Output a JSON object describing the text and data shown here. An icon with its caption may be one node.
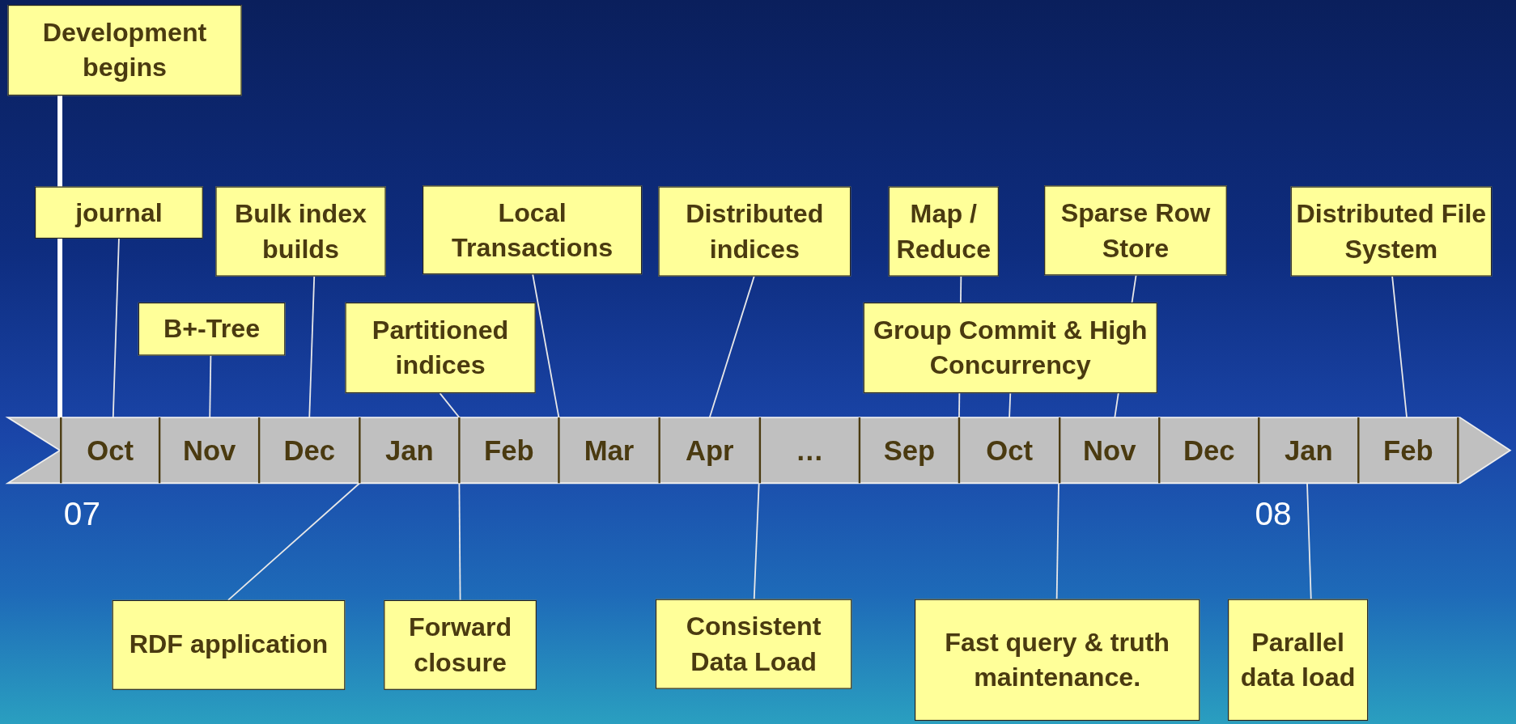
{
  "diagram": {
    "nodes": [
      {
        "text": [
          "Development begins"
        ]
      },
      {
        "text": [
          "journal"
        ]
      },
      {
        "text": [
          "B+-Tree"
        ]
      },
      {
        "text": [
          "Bulk index builds"
        ]
      },
      {
        "text": [
          "Partitioned indices"
        ]
      },
      {
        "text": [
          "Local Transactions"
        ]
      },
      {
        "text": [
          "Distributed indices"
        ]
      },
      {
        "text": [
          "Map / Reduce"
        ]
      },
      {
        "text": [
          "Sparse Row Store"
        ]
      },
      {
        "text": [
          "Distributed File System"
        ]
      },
      {
        "text": [
          "Group Commit & High Concurrency"
        ]
      },
      {
        "text": [
          "RDF application"
        ]
      },
      {
        "text": [
          "Forward closure"
        ]
      },
      {
        "text": [
          "Consistent Data Load"
        ]
      },
      {
        "text": [
          "Fast query & truth maintenance."
        ]
      },
      {
        "text": [
          "Parallel data load"
        ]
      },
      {
        "text": [],
        "shape": "bar"
      }
    ],
    "edges": [
      {
        "from": 0,
        "to": 16,
        "arrow": "none",
        "style": "thick",
        "color": "#ffffff"
      },
      {
        "from": 1,
        "to": 16,
        "arrow": "none"
      },
      {
        "from": 2,
        "to": 16,
        "arrow": "none"
      },
      {
        "from": 3,
        "to": 16,
        "arrow": "none"
      },
      {
        "from": 4,
        "to": 16,
        "arrow": "none"
      },
      {
        "from": 5,
        "to": 16,
        "arrow": "none"
      },
      {
        "from": 6,
        "to": 16,
        "arrow": "none"
      },
      {
        "from": 7,
        "to": 16,
        "arrow": "none"
      },
      {
        "from": 8,
        "to": 16,
        "arrow": "none"
      },
      {
        "from": 9,
        "to": 16,
        "arrow": "none"
      },
      {
        "from": 10,
        "to": 16,
        "arrow": "none"
      },
      {
        "from": 11,
        "to": 16,
        "arrow": "none"
      },
      {
        "from": 12,
        "to": 16,
        "arrow": "none"
      },
      {
        "from": 13,
        "to": 16,
        "arrow": "none"
      },
      {
        "from": 14,
        "to": 16,
        "arrow": "none"
      },
      {
        "from": 15,
        "to": 16,
        "arrow": "none"
      }
    ],
    "labels": [
      "Oct",
      "Nov",
      "Dec",
      "Jan",
      "Feb",
      "Mar",
      "Apr",
      "…",
      "Sep",
      "Oct",
      "Nov",
      "Dec",
      "Jan",
      "Feb",
      "07",
      "08"
    ]
  }
}
